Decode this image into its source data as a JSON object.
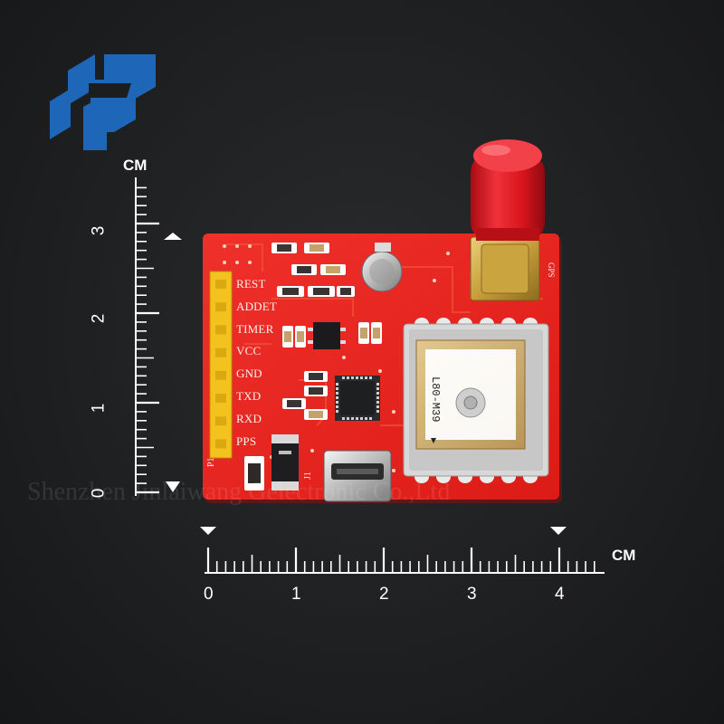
{
  "board": {
    "pin_labels": [
      "REST",
      "ADDET",
      "TIMER",
      "VCC",
      "GND",
      "TXD",
      "RXD",
      "PPS"
    ],
    "module_text": "L80-M39",
    "antenna_label": "GPS",
    "connector_label": "J1",
    "pin_header_label": "P1",
    "colors": {
      "pcb": "#e8231c",
      "header": "#f3c21f",
      "antenna_cap": "#e3141c",
      "sma_gold": "#c9a43f"
    }
  },
  "ruler_vertical": {
    "unit": "CM",
    "labels": [
      "3",
      "2",
      "1",
      "0"
    ]
  },
  "ruler_horizontal": {
    "unit": "CM",
    "labels": [
      "0",
      "1",
      "2",
      "3",
      "4"
    ]
  },
  "watermark": "Shenzhen Jinlaiwang Gelectronic Co.,Ltd",
  "logo": {
    "color": "#1d66b8",
    "letter": "H"
  }
}
